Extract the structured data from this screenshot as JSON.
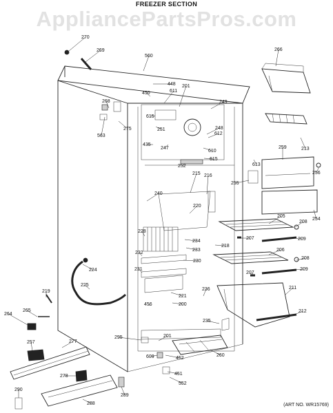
{
  "header": {
    "title": "FREEZER SECTION",
    "watermark": "AppliancePartsPros.com"
  },
  "footer": {
    "art_number": "(ART NO. WR15769)"
  },
  "parts": [
    "270",
    "269",
    "560",
    "266",
    "448",
    "611",
    "201",
    "268",
    "450",
    "249",
    "615",
    "251",
    "248",
    "612",
    "275",
    "563",
    "435",
    "247",
    "610",
    "213",
    "259",
    "256",
    "615",
    "613",
    "252",
    "216",
    "255",
    "215",
    "240",
    "220",
    "205",
    "208",
    "254",
    "228",
    "234",
    "207",
    "209",
    "233",
    "218",
    "232",
    "206",
    "208",
    "230",
    "209",
    "231",
    "207",
    "224",
    "211",
    "225",
    "236",
    "221",
    "456",
    "200",
    "219",
    "212",
    "264",
    "265",
    "235",
    "295",
    "201",
    "257",
    "277",
    "609",
    "452",
    "260",
    "451",
    "278",
    "552",
    "290",
    "289",
    "288"
  ]
}
